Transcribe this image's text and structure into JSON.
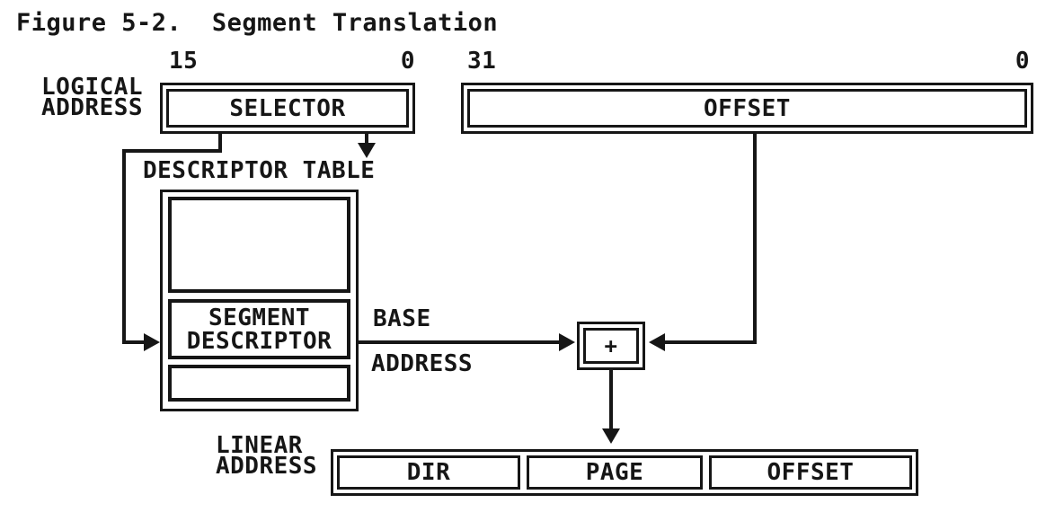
{
  "title": "Figure 5-2.  Segment Translation",
  "colors": {
    "ink": "#161616",
    "background": "#ffffff"
  },
  "logical_address": {
    "label_line1": "LOGICAL",
    "label_line2": "ADDRESS",
    "selector": {
      "label": "SELECTOR",
      "bit_high": "15",
      "bit_low": "0"
    },
    "offset": {
      "label": "OFFSET",
      "bit_high": "31",
      "bit_low": "0"
    }
  },
  "descriptor_table": {
    "label": "DESCRIPTOR TABLE",
    "segment_descriptor": {
      "line1": "SEGMENT",
      "line2": "DESCRIPTOR"
    }
  },
  "base_address": {
    "line1": "BASE",
    "line2": "ADDRESS"
  },
  "adder": {
    "label": "+"
  },
  "linear_address": {
    "label_line1": "LINEAR",
    "label_line2": "ADDRESS",
    "cells": [
      {
        "label": "DIR"
      },
      {
        "label": "PAGE"
      },
      {
        "label": "OFFSET"
      }
    ]
  }
}
